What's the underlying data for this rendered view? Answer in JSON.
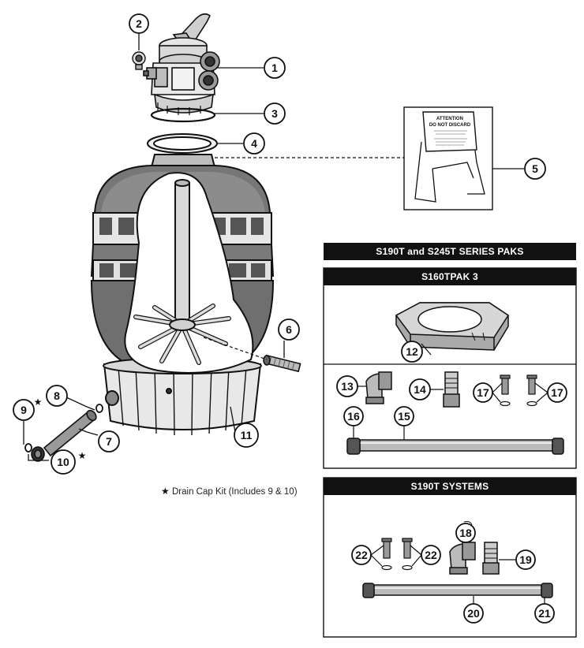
{
  "callouts": {
    "c1": "1",
    "c2": "2",
    "c3": "3",
    "c4": "4",
    "c5": "5",
    "c6": "6",
    "c7": "7",
    "c8": "8",
    "c9": "9",
    "c10": "10",
    "c11": "11",
    "c12": "12",
    "c13": "13",
    "c14": "14",
    "c15": "15",
    "c16": "16",
    "c17a": "17",
    "c17b": "17",
    "c18": "18",
    "c19": "19",
    "c20": "20",
    "c21": "21",
    "c22a": "22",
    "c22b": "22"
  },
  "sign": {
    "line1": "ATTENTION",
    "line2": "DO NOT DISCARD"
  },
  "panels": {
    "series_paks": "S190T and S245T SERIES PAKS",
    "s160tpak": "S160TPAK 3",
    "s190t_systems": "S190T SYSTEMS"
  },
  "note": {
    "star": "★",
    "text": "Drain Cap Kit (Includes 9 & 10)"
  },
  "stars": {
    "s9": "★",
    "s10": "★"
  }
}
